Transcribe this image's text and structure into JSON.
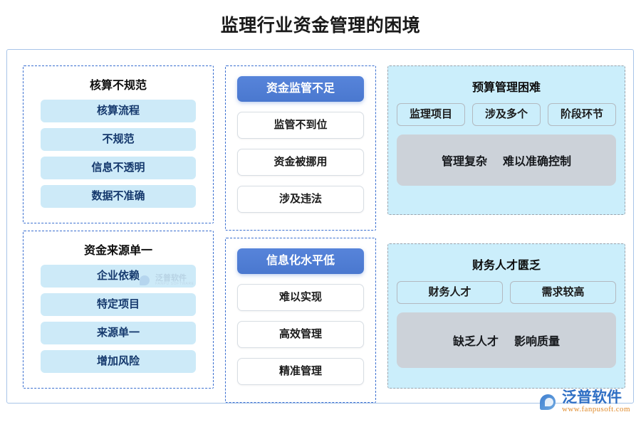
{
  "page": {
    "title": "监理行业资金管理的困境"
  },
  "colors": {
    "frame_border": "#a8c4e8",
    "dashed_blue": "#3a6fd0",
    "pill_bg": "#cdeaf8",
    "pill_text": "#15396d",
    "header_blue": "#4a78cf",
    "panel_bg": "#cbeefb",
    "gray_box": "#ccd2d9",
    "logo_blue": "#2f6fc4",
    "logo_orange": "#e08a2a"
  },
  "left_column": [
    {
      "title": "核算不规范",
      "items": [
        "核算流程",
        "不规范",
        "信息不透明",
        "数据不准确"
      ]
    },
    {
      "title": "资金来源单一",
      "items": [
        "企业依赖",
        "特定项目",
        "来源单一",
        "增加风险"
      ]
    }
  ],
  "middle_column": [
    {
      "header": "资金监管不足",
      "items": [
        "监管不到位",
        "资金被挪用",
        "涉及违法"
      ]
    },
    {
      "header": "信息化水平低",
      "items": [
        "难以实现",
        "高效管理",
        "精准管理"
      ]
    }
  ],
  "right_column": [
    {
      "title": "预算管理困难",
      "chips": [
        "监理项目",
        "涉及多个",
        "阶段环节"
      ],
      "summary": [
        "管理复杂",
        "难以准确控制"
      ]
    },
    {
      "title": "财务人才匮乏",
      "chips": [
        "财务人才",
        "需求较高"
      ],
      "summary": [
        "缺乏人才",
        "影响质量"
      ]
    }
  ],
  "watermark": {
    "name": "泛普软件",
    "sub": "FANPU SOFTWARE"
  },
  "logo": {
    "name": "泛普软件",
    "url": "www.fanpusoft.com"
  }
}
